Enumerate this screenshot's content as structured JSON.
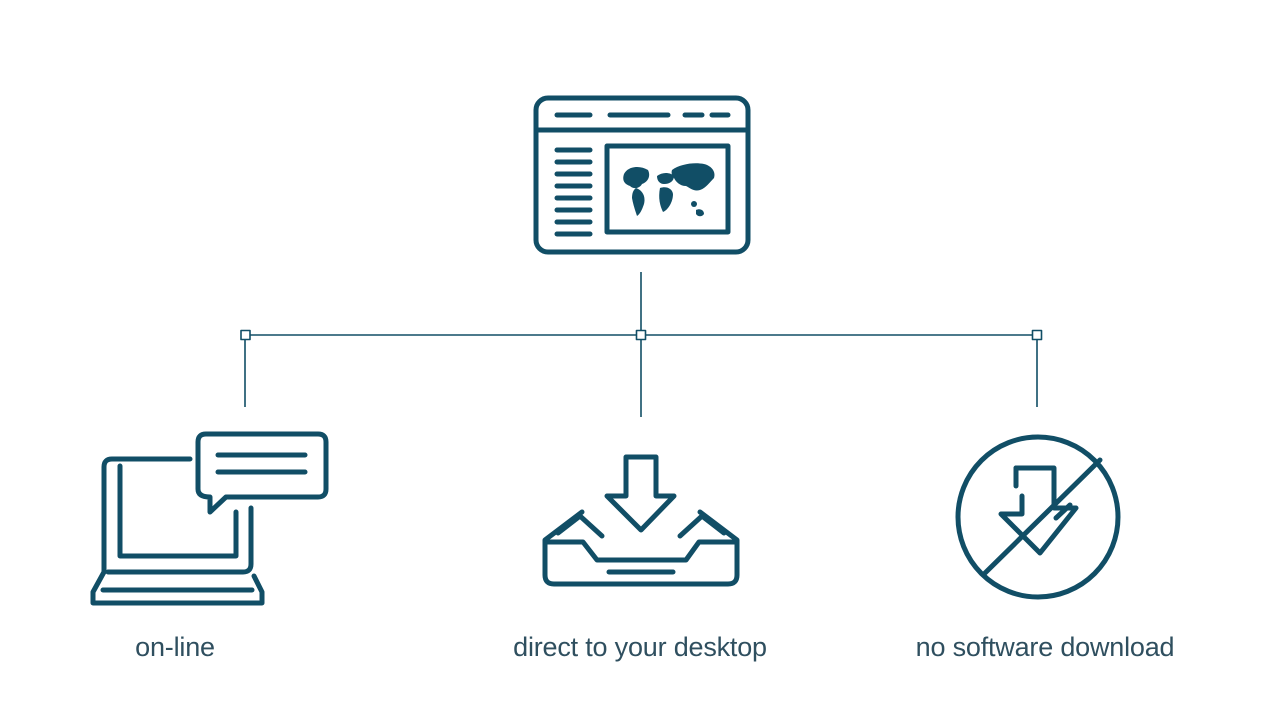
{
  "diagram": {
    "colors": {
      "icon_stroke": "#114e66",
      "connector": "#114e66",
      "label_text": "#2f4f5f",
      "background": "#ffffff"
    },
    "root": {
      "icon": "web-map-browser-icon"
    },
    "branches": [
      {
        "icon": "laptop-chat-icon",
        "label": "on-line"
      },
      {
        "icon": "download-tray-icon",
        "label": "direct to your desktop"
      },
      {
        "icon": "no-download-icon",
        "label": "no software download"
      }
    ]
  }
}
